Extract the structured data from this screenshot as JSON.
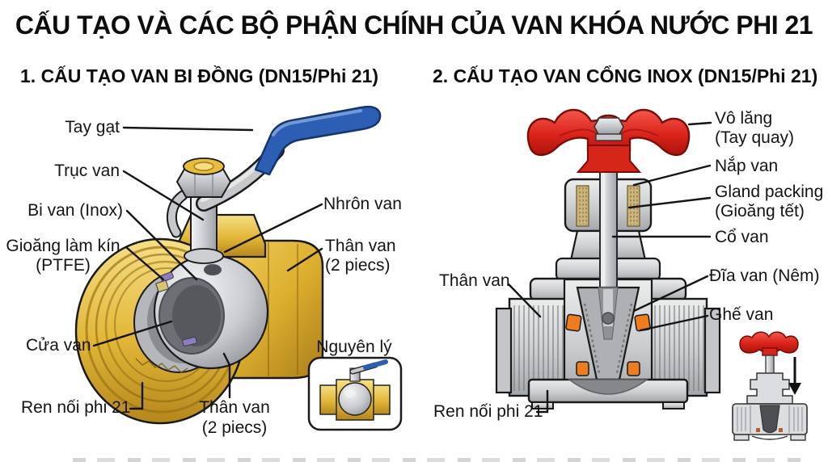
{
  "title": "CẤU TẠO VÀ CÁC BỘ PHẬN CHÍNH CỦA VAN KHÓA NƯỚC PHI 21",
  "left_panel": {
    "subtitle": "1. CẤU TẠO VAN BI ĐỒNG (DN15/Phi 21)",
    "labels": {
      "tay_gat": "Tay gạt",
      "truc_van": "Trục van",
      "bi_van": "Bi van (Inox)",
      "gioang_lam_kin_line1": "Gioăng làm kín",
      "gioang_lam_kin_line2": "(PTFE)",
      "cua_van": "Cửa van",
      "ren_noi_phi21": "Ren nối phi 21",
      "nhron_van": "Nhrôn van",
      "than_van_right_line1": "Thân van",
      "than_van_right_line2": "(2 piecs)",
      "than_van_bottom_line1": "Thân van",
      "than_van_bottom_line2": "(2 piecs)",
      "inset_title": "Nguyên lý"
    }
  },
  "right_panel": {
    "subtitle": "2. CẤU TẠO VAN CỔNG INOX (DN15/Phi 21)",
    "labels": {
      "vo_lang_line1": "Vô lăng",
      "vo_lang_line2": "(Tay quay)",
      "nap_van": "Nắp van",
      "gland_packing_line1": "Gland packing",
      "gland_packing_line2": "(Gioăng tết)",
      "co_van": "Cổ van",
      "dia_van": "Đĩa van (Nêm)",
      "ghe_van": "Ghế van",
      "than_van": "Thân van",
      "ren_noi_phi21": "Ren nối phi 21"
    }
  },
  "colors": {
    "brass_gold": "#DFB32B",
    "handle_blue": "#2C5FB4",
    "handwheel_red": "#D6261A",
    "seal_orange": "#EE7D1F",
    "packing_tan": "#CDB67E",
    "steel_gray": "#C9CBCD",
    "ptfe_purple": "#8D7CC0"
  }
}
